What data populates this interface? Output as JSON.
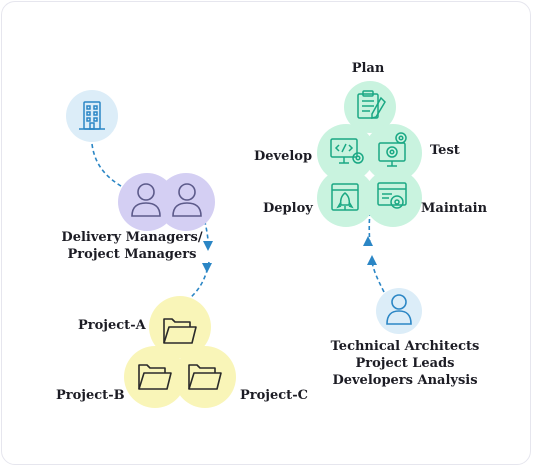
{
  "lifecycle": {
    "plan": "Plan",
    "develop": "Develop",
    "test": "Test",
    "deploy": "Deploy",
    "maintain": "Maintain"
  },
  "managers": {
    "line1": "Delivery Managers/",
    "line2": "Project Managers"
  },
  "projects": {
    "a": "Project-A",
    "b": "Project-B",
    "c": "Project-C"
  },
  "team": {
    "line1": "Technical Architects",
    "line2": "Project Leads",
    "line3": "Developers Analysis"
  },
  "colors": {
    "lifecycle_fill": "#c9f3df",
    "lifecycle_icon": "#1aa884",
    "managers_fill": "#d4cff3",
    "user_fill": "#dcedf8",
    "project_fill": "#f9f5b8",
    "connector": "#2b86c5",
    "text": "#1c1c24"
  },
  "icons": {
    "building": "building-icon",
    "users": "two-users-icon",
    "user": "user-icon",
    "folder": "folder-icon",
    "plan": "clipboard-icon",
    "develop": "code-monitor-icon",
    "test": "gear-monitor-icon",
    "deploy": "rocket-icon",
    "maintain": "settings-browser-icon"
  }
}
